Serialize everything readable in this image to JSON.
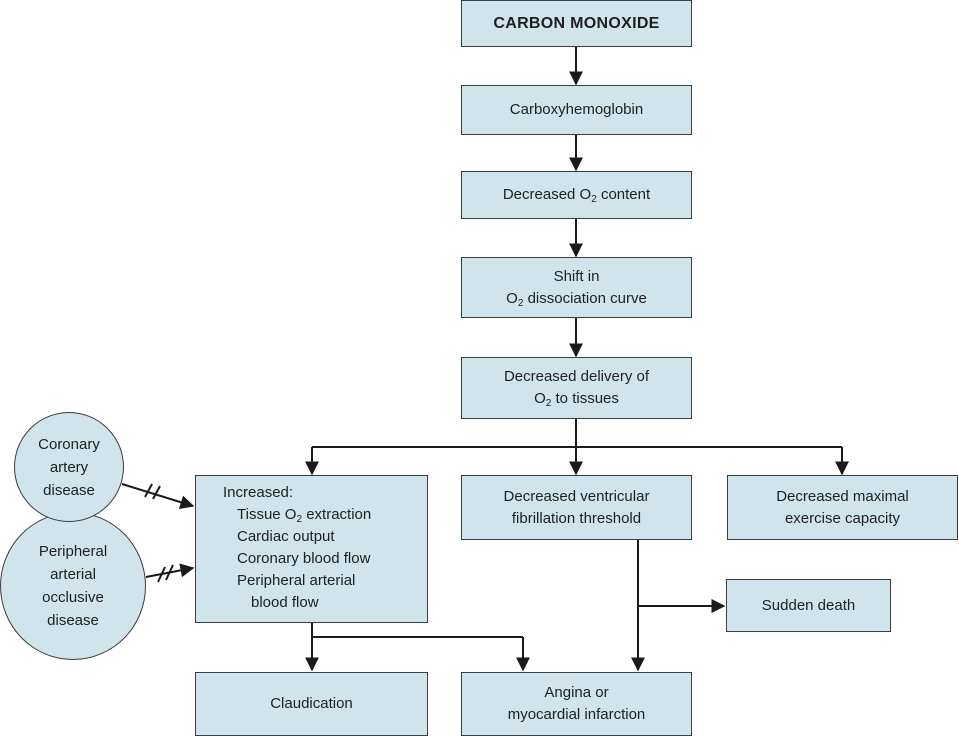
{
  "boxes": {
    "carbon_monoxide": "CARBON MONOXIDE",
    "carboxyhemoglobin": "Carboxyhemoglobin",
    "decreased_o2_content": {
      "before": "Decreased O",
      "sub": "2",
      "after": " content"
    },
    "shift": {
      "line1": "Shift in",
      "line2_before": "O",
      "line2_sub": "2",
      "line2_after": " dissociation curve"
    },
    "decreased_delivery": {
      "line1": "Decreased delivery of",
      "line2_before": "O",
      "line2_sub": "2",
      "line2_after": " to tissues"
    },
    "increased": {
      "heading": "Increased:",
      "item1_before": "Tissue O",
      "item1_sub": "2",
      "item1_after": " extraction",
      "item2": "Cardiac output",
      "item3": "Coronary blood flow",
      "item4": "Peripheral arterial",
      "item5": "blood flow"
    },
    "vf_threshold": {
      "line1": "Decreased ventricular",
      "line2": "fibrillation threshold"
    },
    "exercise_capacity": {
      "line1": "Decreased maximal",
      "line2": "exercise capacity"
    },
    "sudden_death": "Sudden death",
    "claudication": "Claudication",
    "angina": {
      "line1": "Angina or",
      "line2": "myocardial infarction"
    }
  },
  "circles": {
    "coronary": {
      "line1": "Coronary",
      "line2": "artery",
      "line3": "disease"
    },
    "peripheral": {
      "line1": "Peripheral",
      "line2": "arterial",
      "line3": "occlusive",
      "line4": "disease"
    }
  },
  "colors": {
    "box_fill": "#cfe5eb",
    "line": "#1a1a1a"
  }
}
